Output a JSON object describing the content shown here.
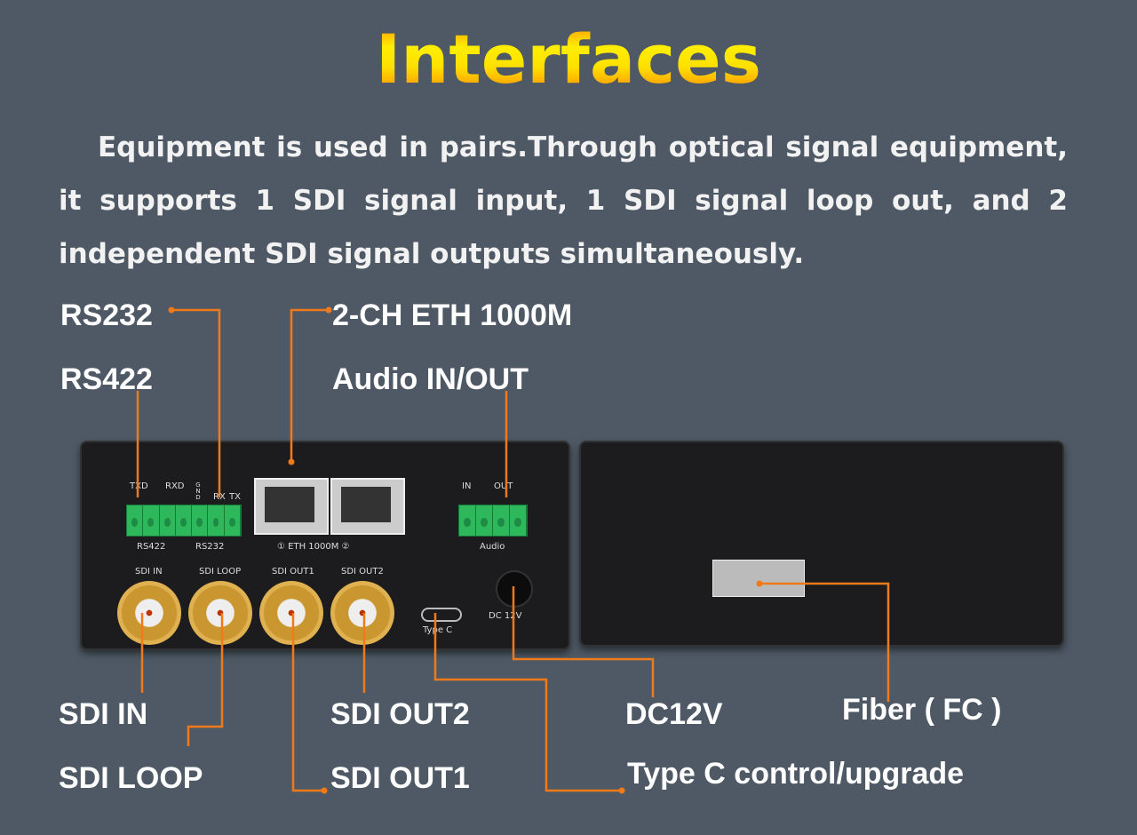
{
  "title": "Interfaces",
  "description": "Equipment is used in pairs.Through optical signal equipment, it supports 1 SDI signal input, 1 SDI signal loop out, and 2 independent SDI signal outputs simultaneously.",
  "callouts": {
    "rs232": "RS232",
    "rs422": "RS422",
    "eth": "2-CH ETH 1000M",
    "audio": "Audio IN/OUT",
    "sdi_in": "SDI IN",
    "sdi_loop": "SDI LOOP",
    "sdi_out2": "SDI OUT2",
    "sdi_out1": "SDI OUT1",
    "dc12v": "DC12V",
    "fiber": "Fiber ( FC )",
    "typec": "Type C control/upgrade"
  },
  "panel": {
    "txd": "TXD",
    "rxd": "RXD",
    "gnd": "GND",
    "rx": "RX",
    "tx": "TX",
    "rs422": "RS422",
    "rs232": "RS232",
    "eth": "① ETH 1000M ②",
    "in": "IN",
    "out": "OUT",
    "audio": "Audio",
    "sdi_in": "SDI IN",
    "sdi_loop": "SDI LOOP",
    "sdi_out1": "SDI OUT1",
    "sdi_out2": "SDI OUT2",
    "typec": "Type C",
    "dc": "DC 12V"
  },
  "colors": {
    "accent": "#f07a1a",
    "background": "#4e5965"
  }
}
